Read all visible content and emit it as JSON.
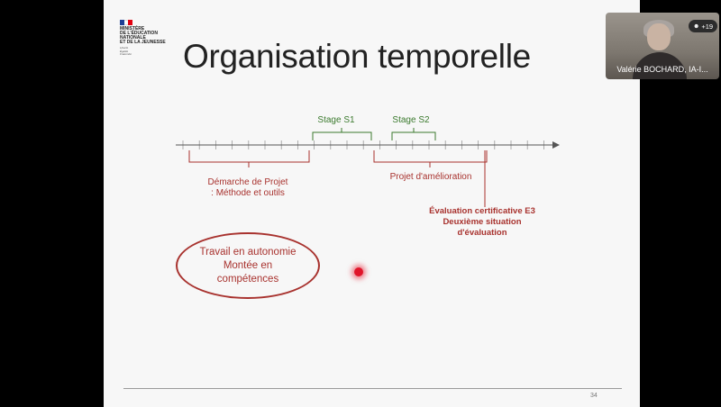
{
  "slide": {
    "logo": {
      "flag_colors": [
        "#1f3f94",
        "#ffffff",
        "#e1000f"
      ],
      "lines": [
        "MINISTÈRE",
        "DE L'ÉDUCATION",
        "NATIONALE",
        "ET DE LA JEUNESSE"
      ],
      "motto": [
        "Liberté",
        "Égalité",
        "Fraternité"
      ]
    },
    "title": "Organisation temporelle",
    "stage_s1": "Stage S1",
    "stage_s2": "Stage S2",
    "demarche": "Démarche de Projet\n: Méthode et outils",
    "projet_amelioration": "Projet d'amélioration",
    "evaluation": "Évaluation certificative E3\nDeuxième situation\nd'évaluation",
    "autonomie": "Travail en autonomie\nMontée en\ncompétences",
    "page_number": "34",
    "colors": {
      "green": "#3b7a2e",
      "red": "#a8322e"
    }
  },
  "video": {
    "participant_name": "Valérie BOCHARD, IA-I...",
    "participant_count": "+19",
    "people_icon": "person-icon"
  }
}
